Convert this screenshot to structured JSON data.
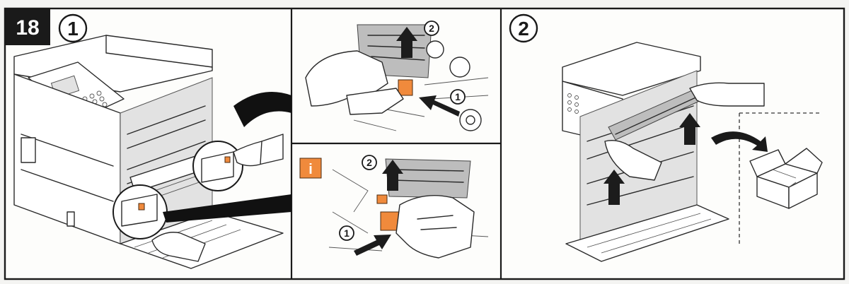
{
  "step": {
    "number": "18",
    "badge_bg": "#1a1a1a"
  },
  "panels": [
    {
      "id": "panel-1",
      "label": "1",
      "icon": "printer-open-side-cover"
    },
    {
      "id": "panel-1-top",
      "callouts": [
        "2",
        "1"
      ],
      "icon": "hands-squeeze-orange-tabs-lift"
    },
    {
      "id": "panel-1-bottom",
      "info_badge": "i",
      "info_color": "#f08a3c",
      "callouts": [
        "2",
        "1"
      ],
      "icon": "hand-push-orange-lever-lift"
    },
    {
      "id": "panel-2",
      "label": "2",
      "icon": "remove-transfer-roller-into-box"
    }
  ],
  "colors": {
    "accent": "#f08a3c",
    "ink": "#1a1a1a",
    "paper": "#fdfdfb"
  }
}
